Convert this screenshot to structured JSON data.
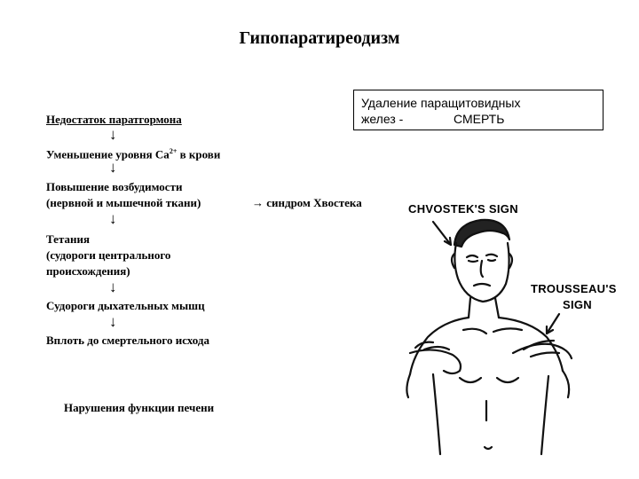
{
  "title": "Гипопаратиреодизм",
  "box": {
    "line1": "Удаление паращитовидных",
    "line2_left": "желез -",
    "line2_right": "СМЕРТЬ"
  },
  "flow": {
    "step1": "Недостаток паратгормона",
    "step2_prefix": "Уменьшение уровня Са",
    "step2_sup": "2+",
    "step2_suffix": " в крови",
    "step3_line1": "Повышение возбудимости",
    "step3_line2": "(нервной и мышечной ткани)",
    "step3_side": "синдром Хвостека",
    "step4_line1": "Тетания",
    "step4_line2": "(судороги центрального",
    "step4_line3": "происхождения)",
    "step5": "Судороги дыхательных мышц",
    "step6": "Вплоть до смертельного исхода",
    "footer": "Нарушения функции печени"
  },
  "arrow_glyph": "↓",
  "side_arrow_glyph": "→",
  "illustration": {
    "label1": "CHVOSTEK'S SIGN",
    "label2_line1": "TROUSSEAU'S",
    "label2_line2": "SIGN"
  }
}
